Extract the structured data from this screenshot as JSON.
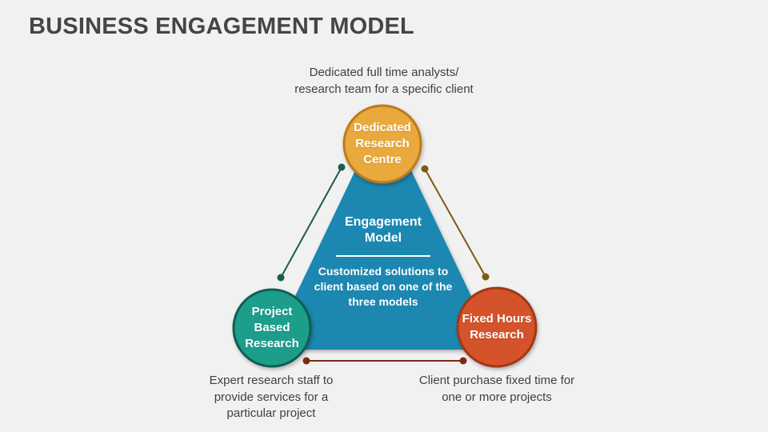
{
  "slide": {
    "title": "BUSINESS ENGAGEMENT MODEL",
    "background_color": "#F1F1F1",
    "text_color": "#3F3F3F",
    "title_color": "#454545"
  },
  "triangle": {
    "heading": "Engagement Model",
    "description": "Customized solutions to client based on one of the three models",
    "fill": "#1A87B0",
    "text_color": "#FFFFFF"
  },
  "nodes": {
    "top": {
      "label": "Dedicated Research Centre",
      "fill": "#E9A93C",
      "stroke": "#BD7A1F"
    },
    "left": {
      "label": "Project Based Research",
      "fill": "#1F9E8B",
      "stroke": "#115E52"
    },
    "right": {
      "label": "Fixed Hours Research",
      "fill": "#D5532A",
      "stroke": "#A03916"
    }
  },
  "annotations": {
    "top": {
      "lines": [
        "Dedicated full time analysts/",
        "research team for a specific client"
      ]
    },
    "left": {
      "lines": [
        "Expert research staff to",
        "provide services for a",
        "particular project"
      ]
    },
    "right": {
      "lines": [
        "Client purchase fixed time for",
        "one or more projects"
      ]
    }
  },
  "connectors": {
    "left_color": "#1B5B50",
    "right_color": "#7C5C0D",
    "bottom_color": "#7E2B14"
  }
}
